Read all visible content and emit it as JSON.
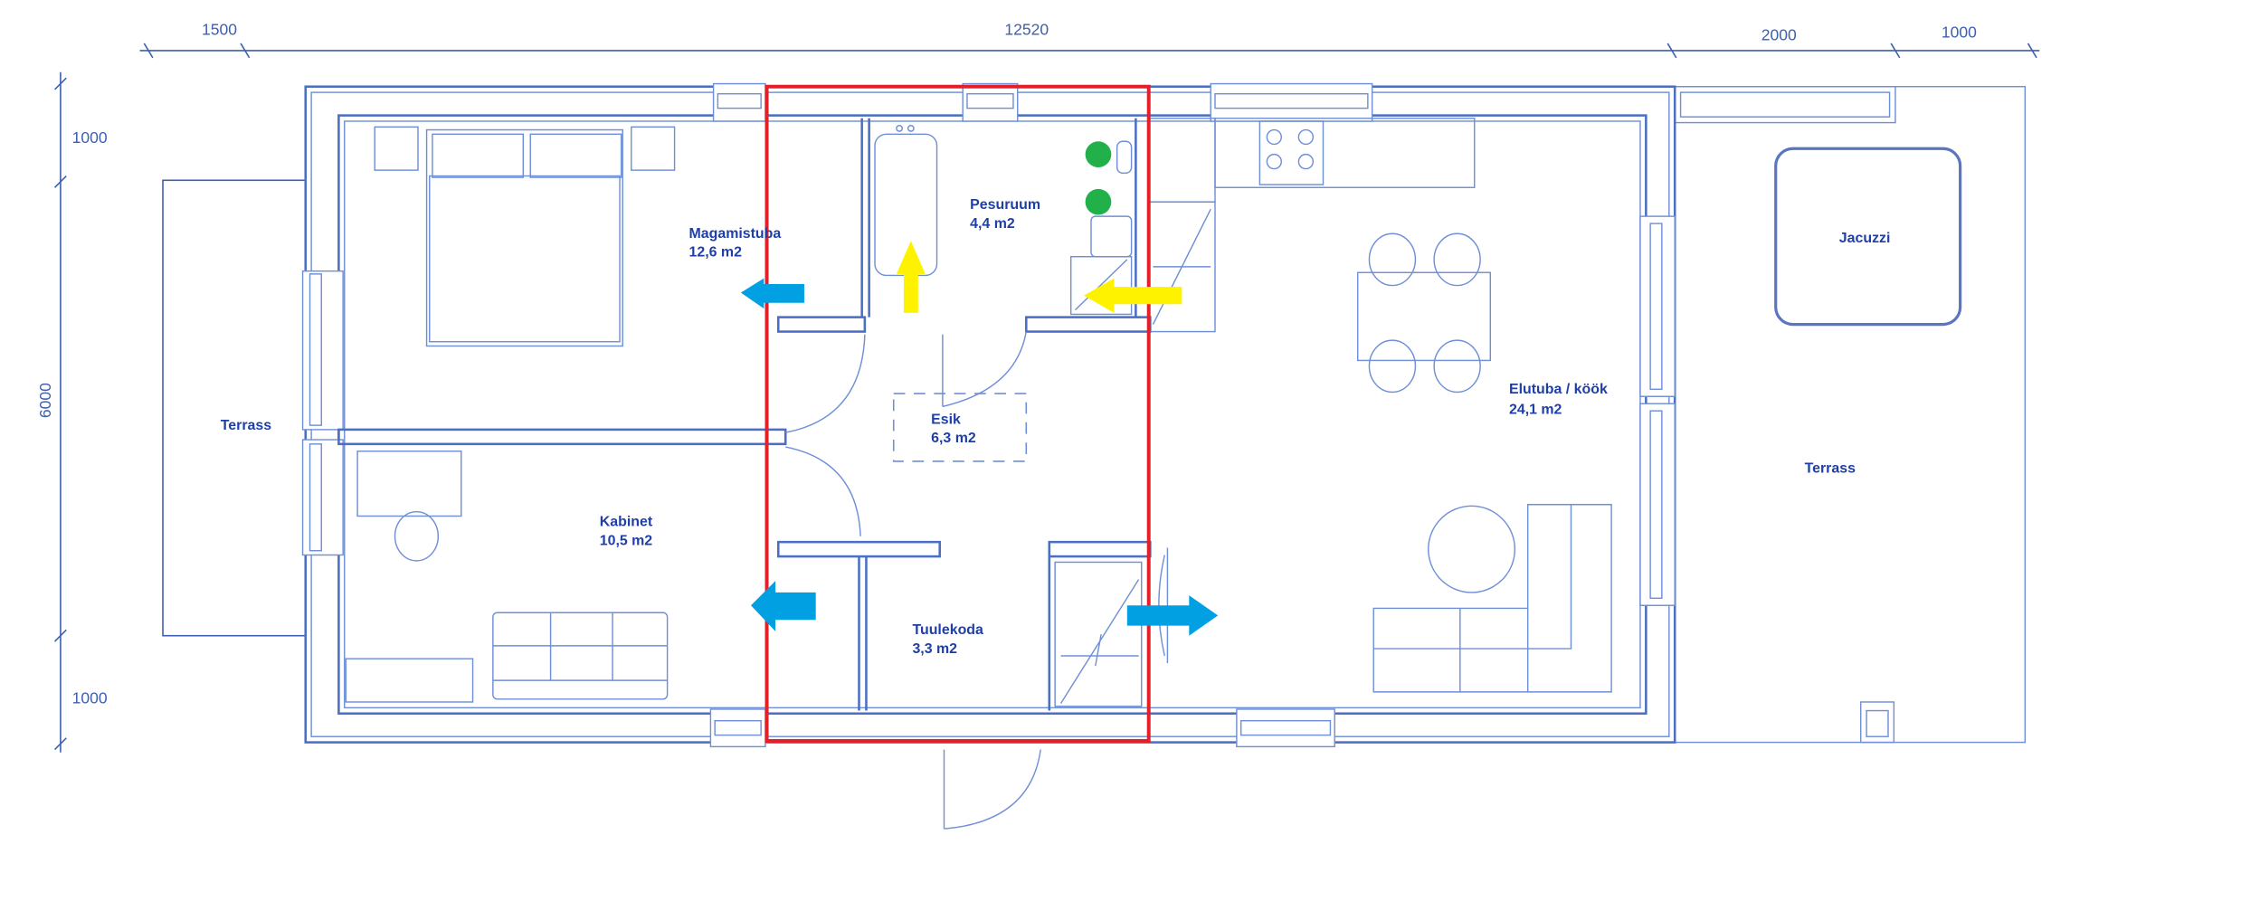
{
  "dimensions": {
    "top": [
      "1500",
      "12520",
      "2000",
      "1000"
    ],
    "left": [
      "1000",
      "6000",
      "1000"
    ]
  },
  "rooms": {
    "bedroom": {
      "name": "Magamistuba",
      "area": "12,6 m2"
    },
    "bathroom": {
      "name": "Pesuruum",
      "area": "4,4 m2"
    },
    "hall": {
      "name": "Esik",
      "area": "6,3 m2"
    },
    "office": {
      "name": "Kabinet",
      "area": "10,5 m2"
    },
    "vestibule": {
      "name": "Tuulekoda",
      "area": "3,3 m2"
    },
    "living": {
      "name": "Elutuba / köök",
      "area": "24,1 m2"
    }
  },
  "outdoor": {
    "terrace_left": "Terrass",
    "terrace_right": "Terrass",
    "jacuzzi": "Jacuzzi"
  },
  "colors": {
    "highlight": "#e3202a",
    "arrow_blue": "#00a0e3",
    "arrow_yellow": "#fff200",
    "marker_green": "#22b04b",
    "line": "#4a6fc4"
  }
}
